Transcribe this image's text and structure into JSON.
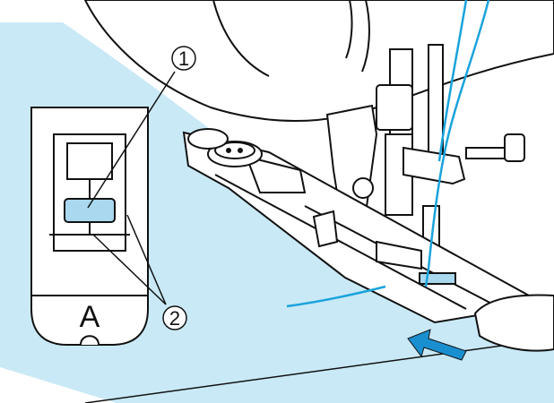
{
  "figure": {
    "callouts": [
      {
        "id": 1,
        "label": "①"
      },
      {
        "id": 2,
        "label": "②"
      }
    ],
    "inset": {
      "foot_letter": "A"
    }
  },
  "colors": {
    "fabric": "#c9e9f6",
    "thread": "#1aa3dc",
    "button_slot": "#a9d8ef",
    "line": "#111111"
  },
  "icons": {
    "direction_arrow": "arrow-icon"
  }
}
